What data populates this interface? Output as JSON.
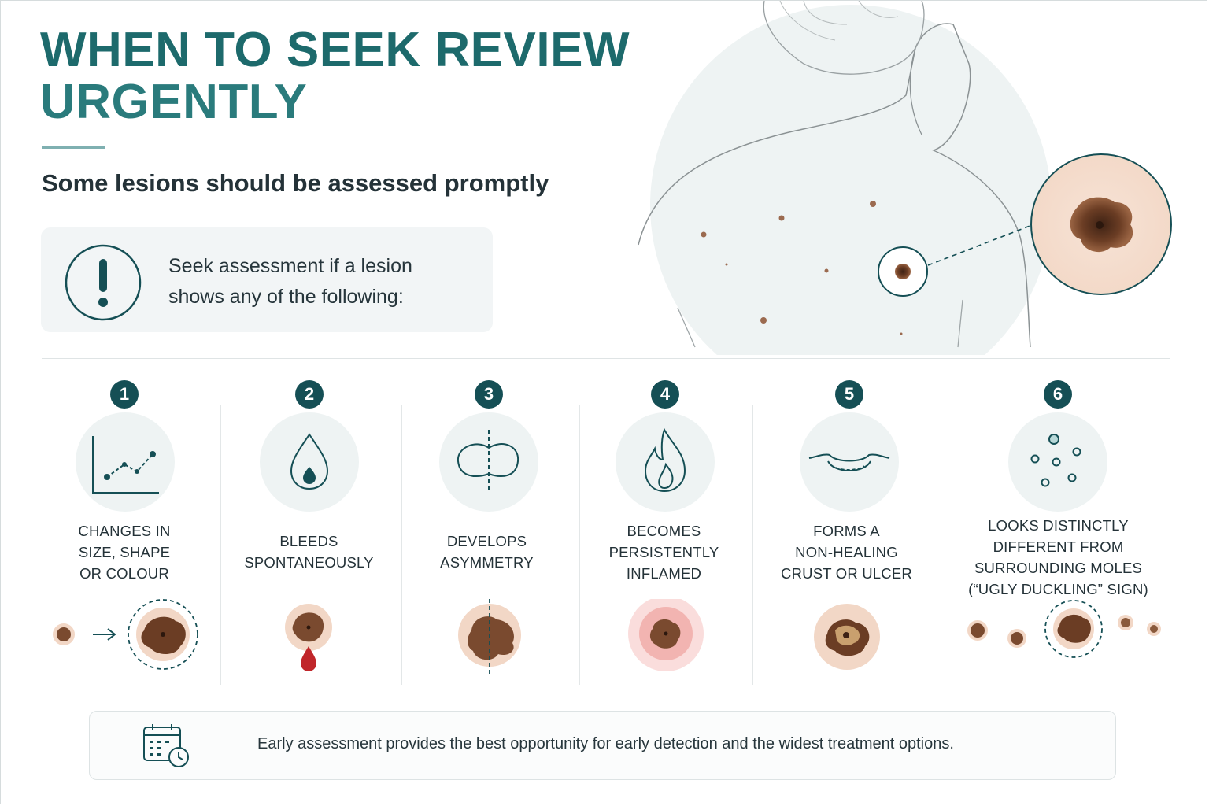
{
  "header": {
    "title_line1": "WHEN TO SEEK REVIEW",
    "title_line2": "URGENTLY",
    "subtitle": "Some lesions should be assessed promptly"
  },
  "alert": {
    "line1": "Seek assessment if a lesion",
    "line2": "shows any of the following:"
  },
  "criteria": [
    {
      "number": "1",
      "lines": [
        "CHANGES IN",
        "SIZE, SHAPE",
        "OR COLOUR"
      ],
      "icon": "trend-chart-icon"
    },
    {
      "number": "2",
      "lines": [
        "BLEEDS",
        "SPONTANEOUSLY"
      ],
      "icon": "blood-drop-icon"
    },
    {
      "number": "3",
      "lines": [
        "DEVELOPS",
        "ASYMMETRY"
      ],
      "icon": "asymmetry-icon"
    },
    {
      "number": "4",
      "lines": [
        "BECOMES",
        "PERSISTENTLY",
        "INFLAMED"
      ],
      "icon": "flame-icon"
    },
    {
      "number": "5",
      "lines": [
        "FORMS A",
        "NON-HEALING",
        "CRUST OR ULCER"
      ],
      "icon": "ulcer-icon"
    },
    {
      "number": "6",
      "lines": [
        "LOOKS DISTINCTLY",
        "DIFFERENT FROM",
        "SURROUNDING MOLES",
        "(“UGLY DUCKLING” SIGN)"
      ],
      "icon": "ugly-duckling-icon"
    }
  ],
  "footer": {
    "text": "Early assessment provides the best opportunity for early detection and the widest treatment options.",
    "icon": "calendar-clock-icon"
  },
  "colors": {
    "primary": "#1d6a6c",
    "badge": "#154f55",
    "icon_bg": "#eef3f3",
    "lesion": "#6b3d24",
    "blood": "#c0262a"
  }
}
